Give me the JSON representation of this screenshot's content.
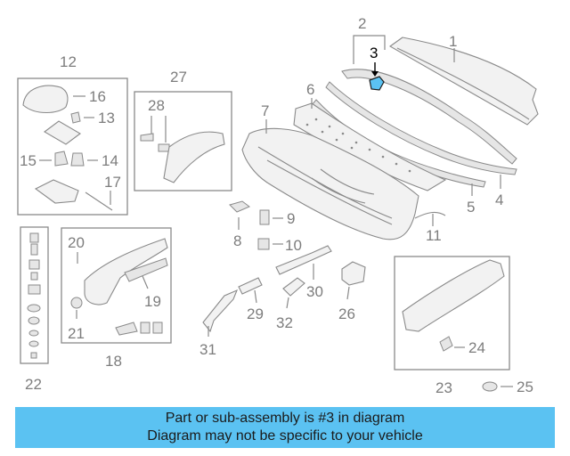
{
  "diagram": {
    "highlighted_part": "3",
    "callouts": {
      "c1": "1",
      "c2": "2",
      "c3": "3",
      "c4": "4",
      "c5": "5",
      "c6": "6",
      "c7": "7",
      "c8": "8",
      "c9": "9",
      "c10": "10",
      "c11": "11",
      "c12": "12",
      "c13": "13",
      "c14": "14",
      "c15": "15",
      "c16": "16",
      "c17": "17",
      "c18": "18",
      "c19": "19",
      "c20": "20",
      "c21": "21",
      "c22": "22",
      "c23": "23",
      "c24": "24",
      "c25": "25",
      "c26": "26",
      "c27": "27",
      "c28": "28",
      "c29": "29",
      "c30": "30",
      "c31": "31",
      "c32": "32"
    },
    "colors": {
      "line": "#8a8a8a",
      "highlight": "#5bc2f2",
      "banner": "#5bc2f2"
    }
  },
  "banner": {
    "line1": "Part or sub-assembly is #3 in diagram",
    "line2": "Diagram may not be specific to your vehicle"
  }
}
